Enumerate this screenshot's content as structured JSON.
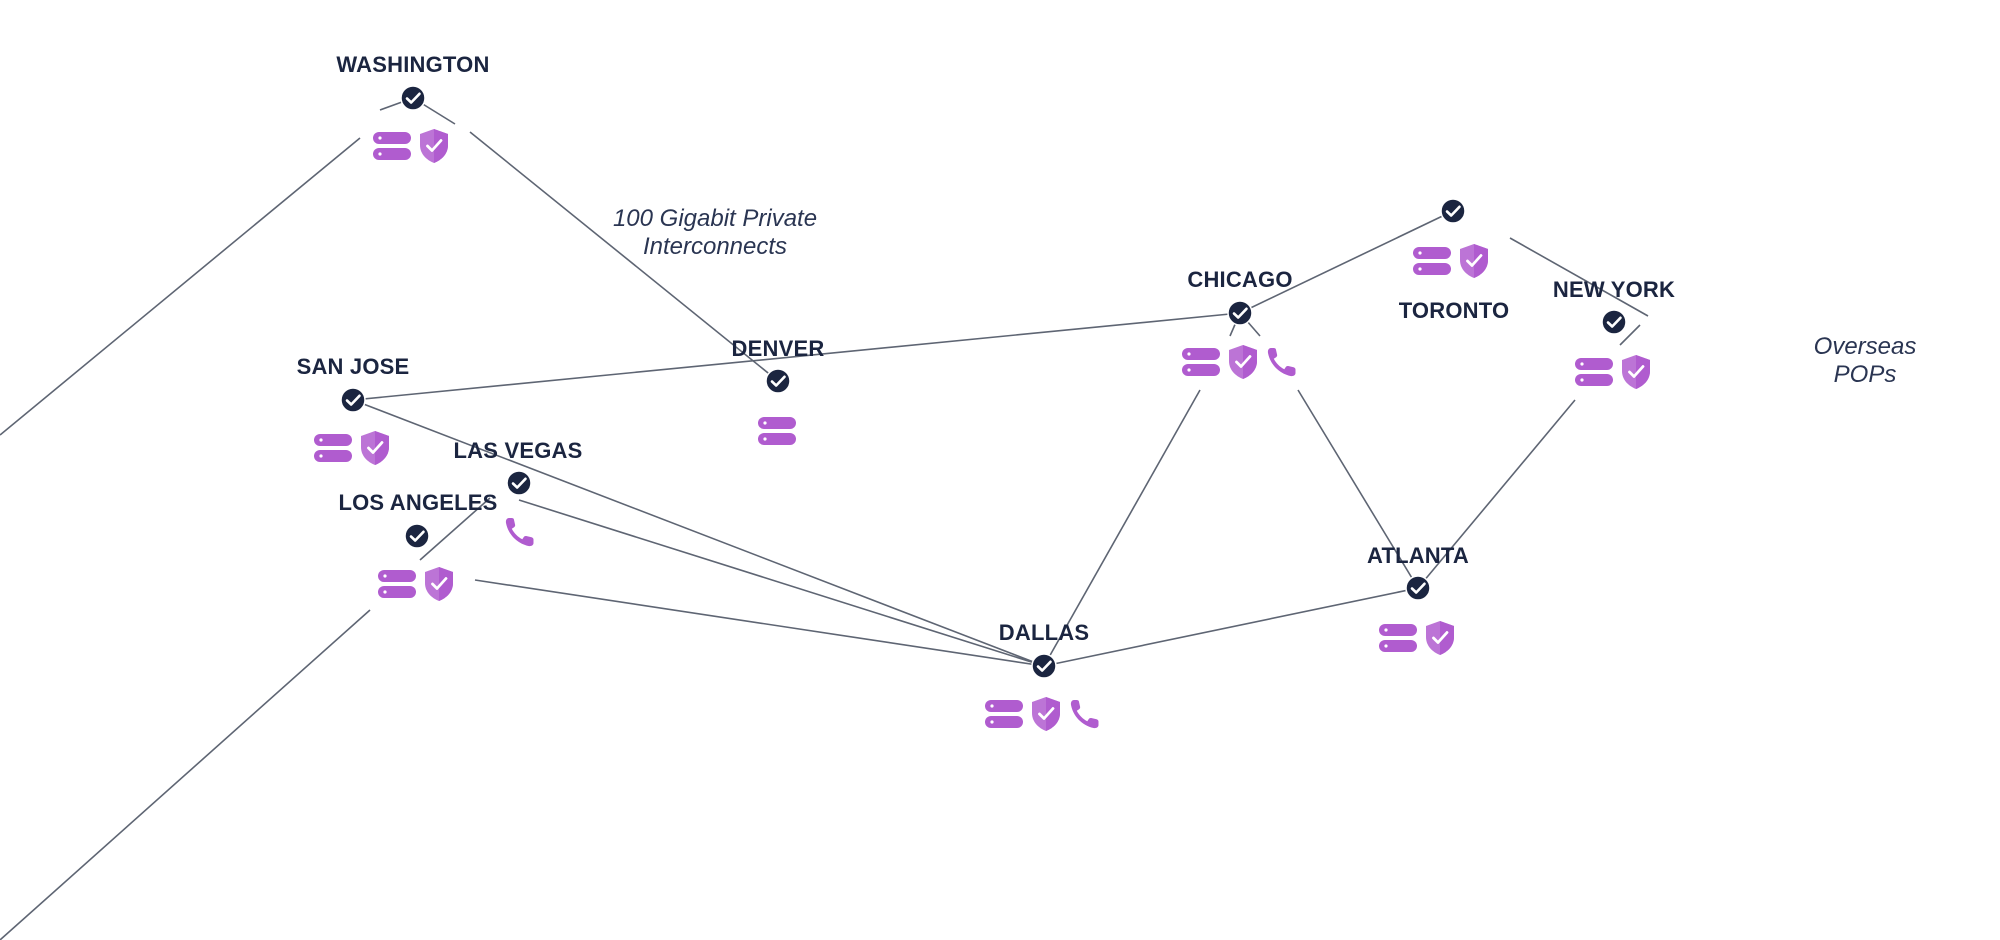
{
  "annotations": {
    "interconnects_line1": "100 Gigabit Private",
    "interconnects_line2": "Interconnects",
    "overseas_line1": "Overseas",
    "overseas_line2": "POPs"
  },
  "cities": {
    "washington": "WASHINGTON",
    "denver": "DENVER",
    "chicago": "CHICAGO",
    "toronto": "TORONTO",
    "new_york": "NEW YORK",
    "san_jose": "SAN JOSE",
    "las_vegas": "LAS VEGAS",
    "los_angeles": "LOS ANGELES",
    "dallas": "DALLAS",
    "atlanta": "ATLANTA"
  },
  "services": {
    "washington": [
      "server-icon",
      "shield-check-icon"
    ],
    "denver": [
      "server-icon"
    ],
    "chicago": [
      "server-icon",
      "shield-check-icon",
      "phone-icon"
    ],
    "toronto": [
      "server-icon",
      "shield-check-icon"
    ],
    "new_york": [
      "server-icon",
      "shield-check-icon"
    ],
    "san_jose": [
      "server-icon",
      "shield-check-icon"
    ],
    "las_vegas": [
      "phone-icon"
    ],
    "los_angeles": [
      "server-icon",
      "shield-check-icon"
    ],
    "dallas": [
      "server-icon",
      "shield-check-icon",
      "phone-icon"
    ],
    "atlanta": [
      "server-icon",
      "shield-check-icon"
    ]
  },
  "colors": {
    "node": "#1b2540",
    "link": "#5e6573",
    "service": "#b05ccf"
  }
}
